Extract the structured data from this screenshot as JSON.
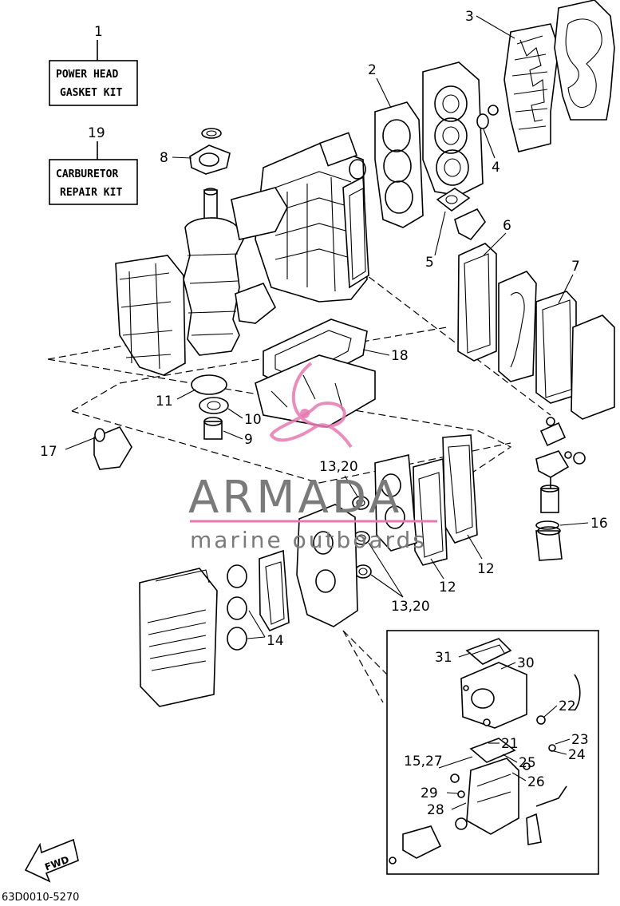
{
  "kits": [
    {
      "number": "1",
      "line1": "POWER HEAD",
      "line2": "GASKET KIT"
    },
    {
      "number": "19",
      "line1": "CARBURETOR",
      "line2": "REPAIR KIT"
    }
  ],
  "labels": {
    "p2": "2",
    "p3": "3",
    "p4": "4",
    "p5": "5",
    "p6": "6",
    "p7": "7",
    "p8": "8",
    "p9": "9",
    "p10": "10",
    "p11": "11",
    "p12a": "12",
    "p12b": "12",
    "p1320a": "13,20",
    "p1320b": "13,20",
    "p14": "14",
    "p16": "16",
    "p17": "17",
    "p18": "18",
    "p21": "21",
    "p22": "22",
    "p23": "23",
    "p24": "24",
    "p25": "25",
    "p26": "26",
    "p1527": "15,27",
    "p28": "28",
    "p29": "29",
    "p30": "30",
    "p31": "31"
  },
  "fwd": "FWD",
  "watermark": {
    "brand": "ARMADA",
    "tagline": "marine outboards",
    "brand_color": "#7a7a7a",
    "logo_color": "#e879b0"
  },
  "diagram_code": "63D0010-5270"
}
